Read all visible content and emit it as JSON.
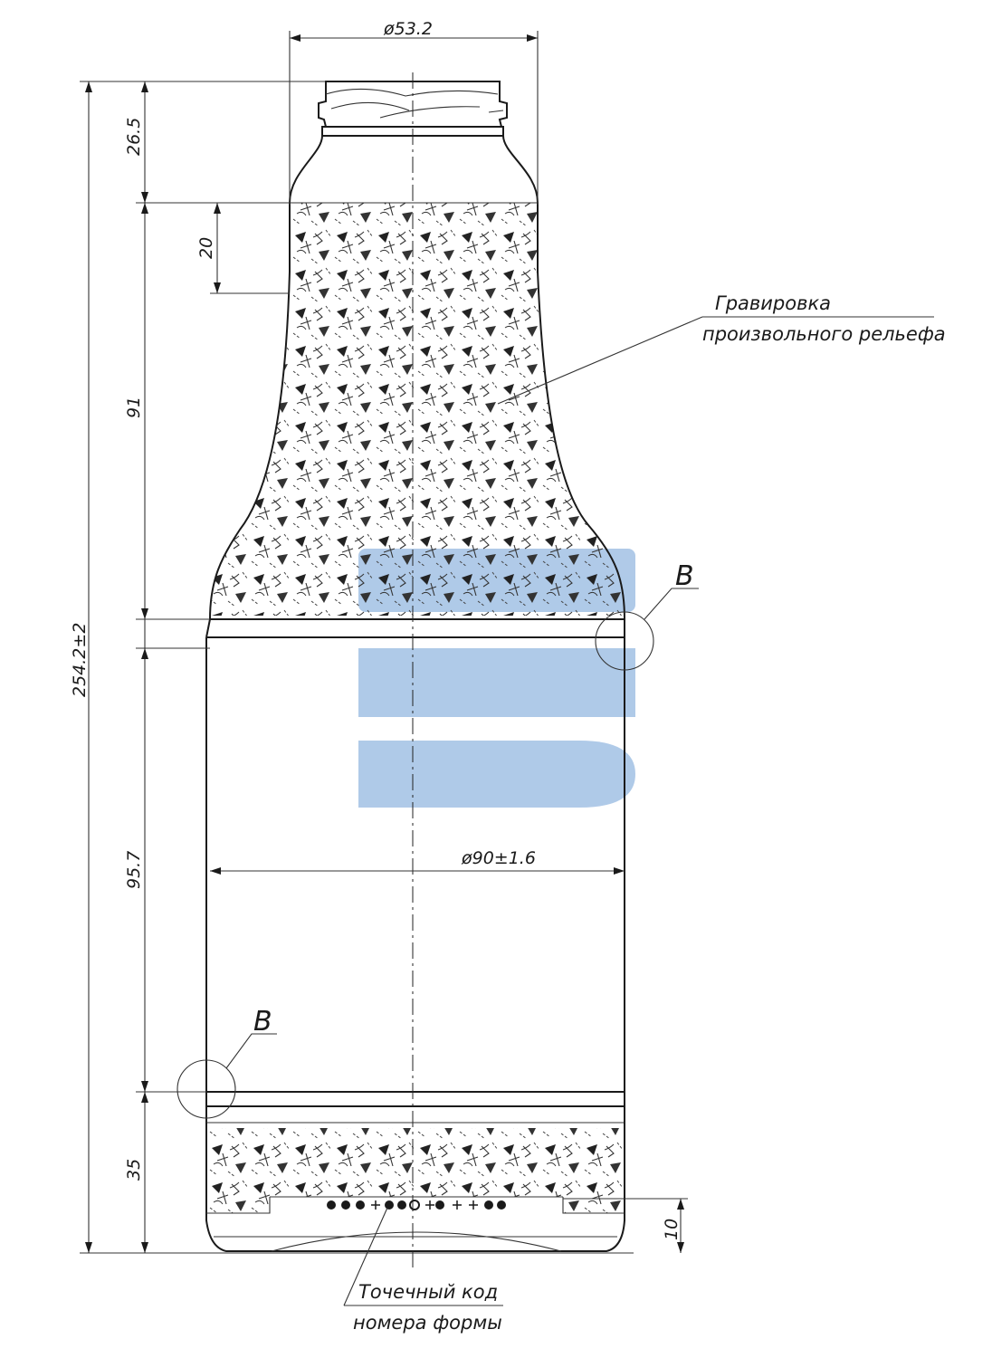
{
  "dimensions": {
    "top_diameter": "ø53.2",
    "body_diameter": "ø90±1.6",
    "overall_height": "254.2±2",
    "finish_height": "26.5",
    "shoulder_height": "91",
    "engrave_top_band": "20",
    "label_height": "95.7",
    "bottom_height": "35",
    "base_offset": "10"
  },
  "annotations": {
    "engraving_line1": "Гравировка",
    "engraving_line2": "произвольного рельефа",
    "dotcode_line1": "Точечный код",
    "dotcode_line2": "номера формы",
    "detail_top": "B",
    "detail_bottom": "B"
  },
  "colors": {
    "line": "#1a1a1a",
    "watermark": "#6f9fd6"
  }
}
